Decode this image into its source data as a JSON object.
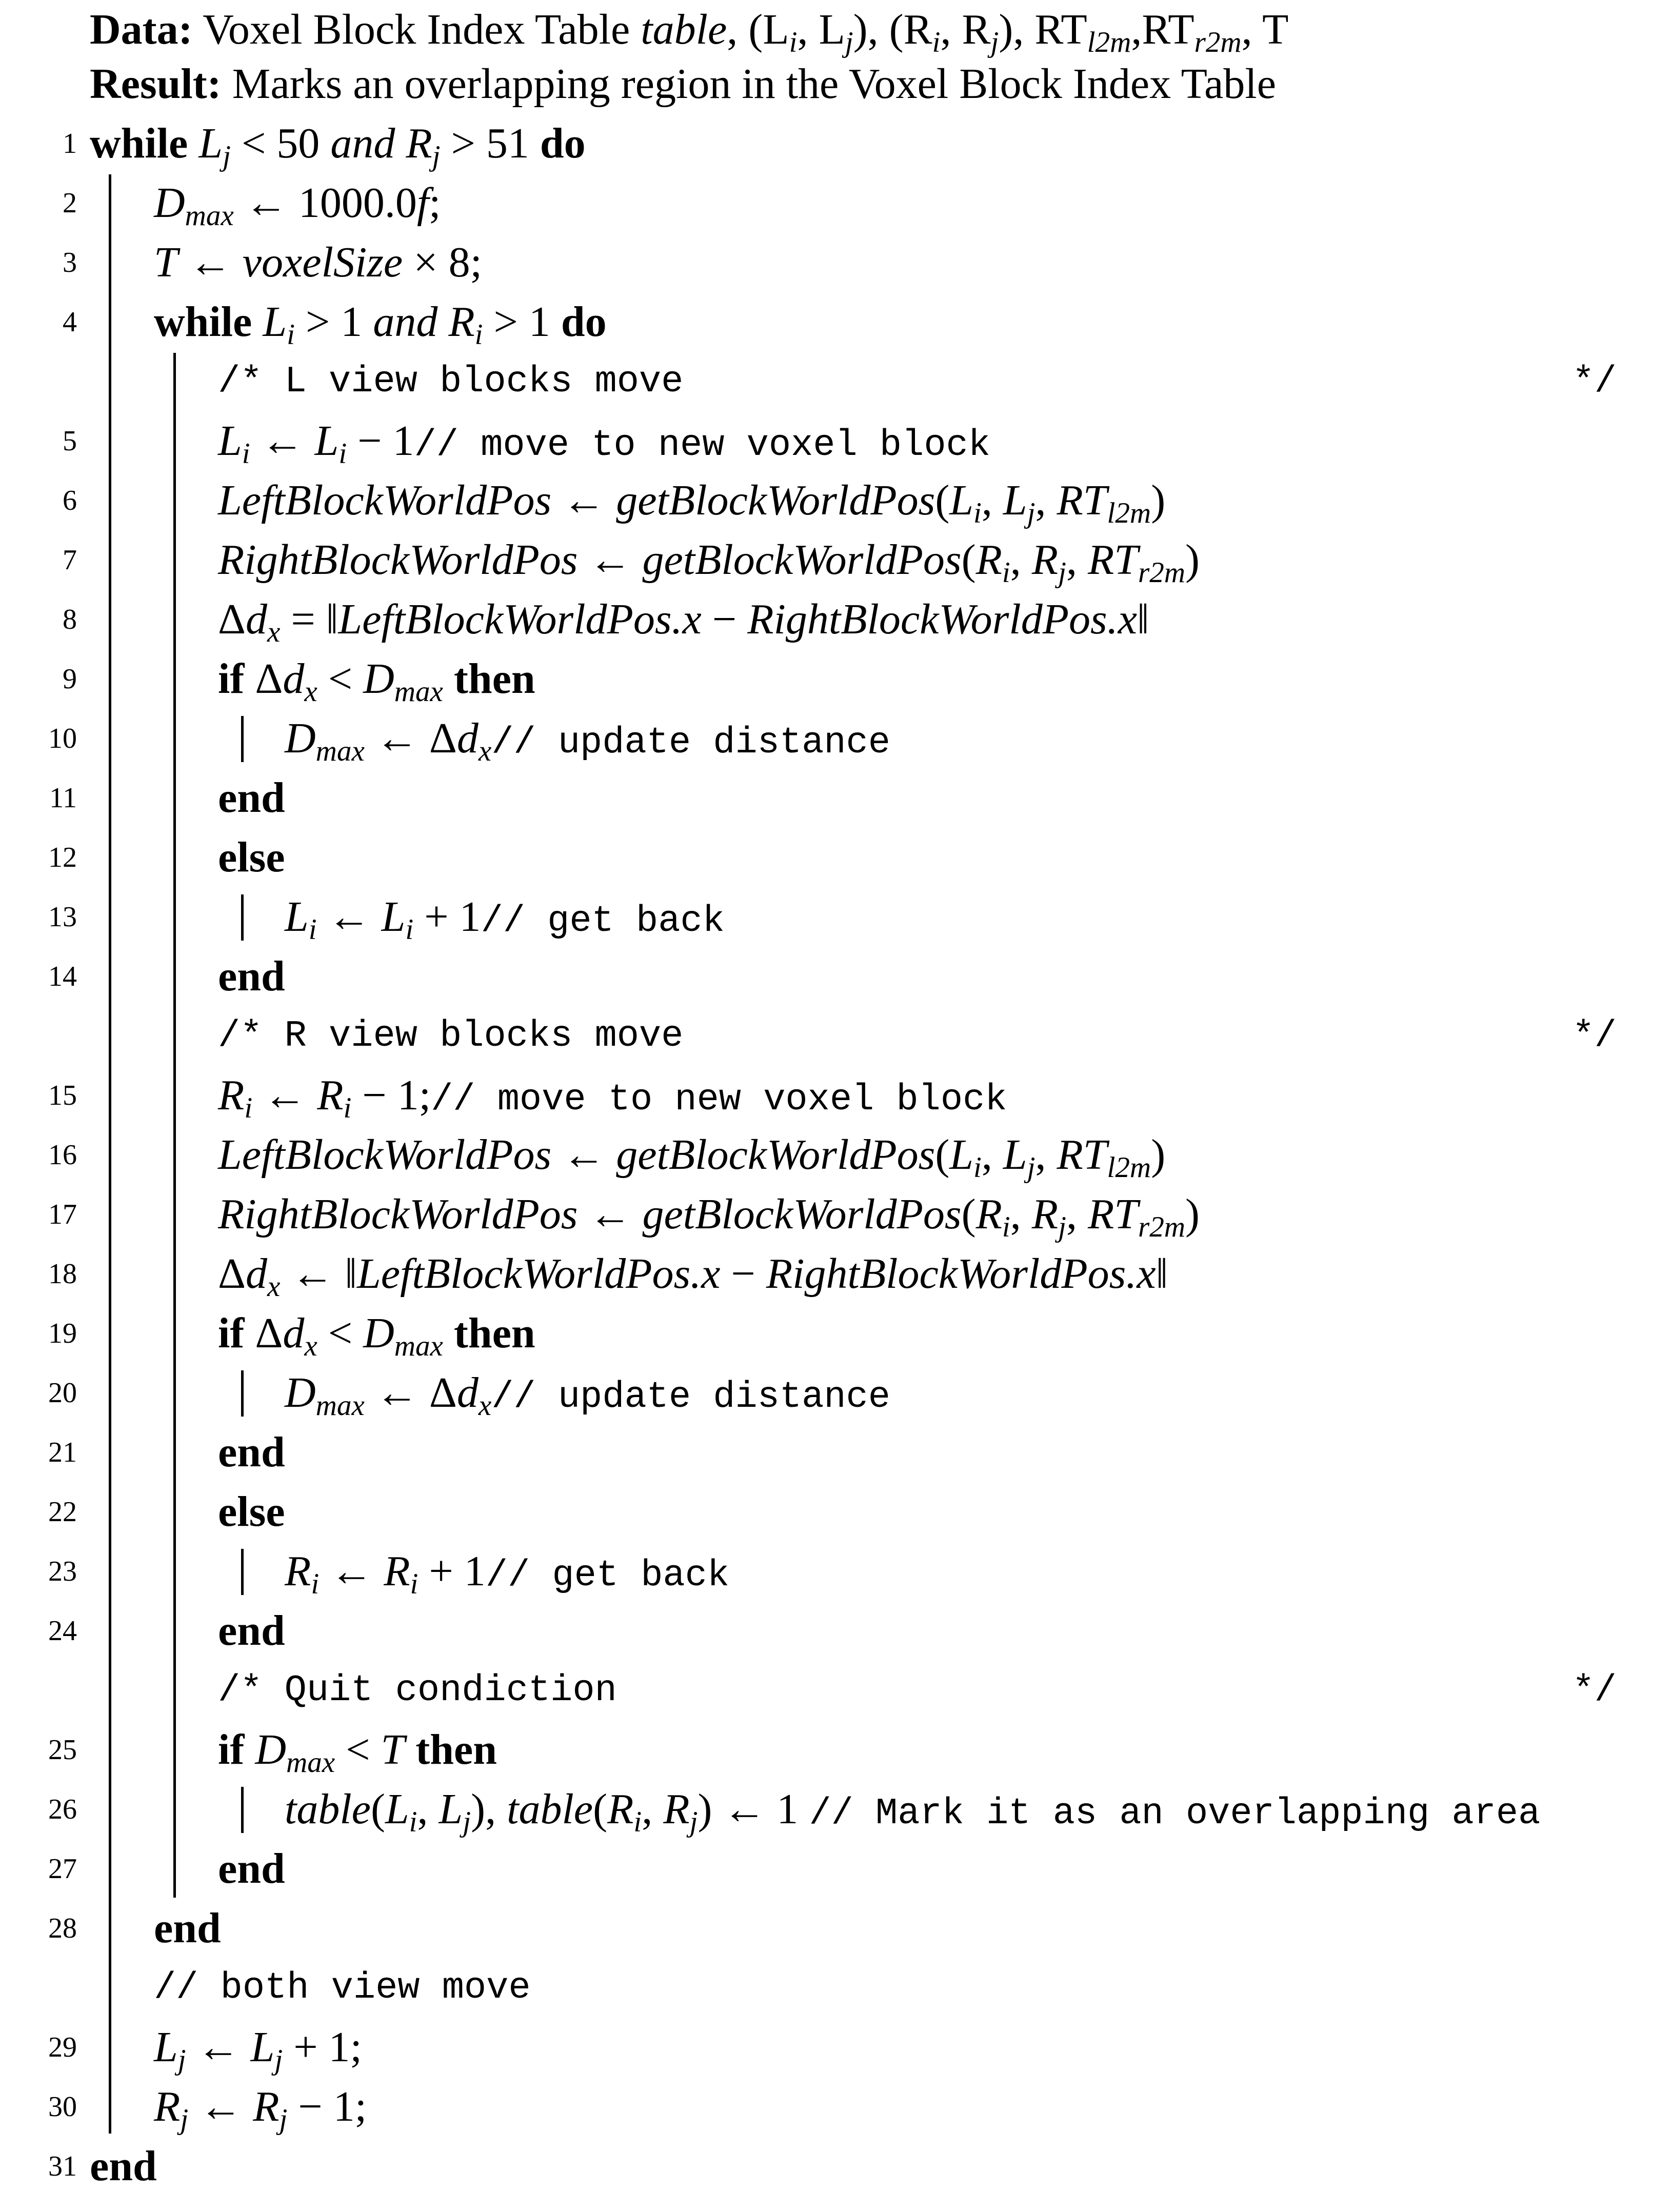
{
  "header": {
    "data_label": "Data:",
    "data_text_a": "Voxel Block Index Table ",
    "data_text_table": "table",
    "data_text_b": ", (L",
    "data_i1": "i",
    "data_text_c": ", L",
    "data_j1": "j",
    "data_text_d": "), (R",
    "data_i2": "i",
    "data_text_e": ", R",
    "data_j2": "j",
    "data_text_f": "), RT",
    "data_l2m": "l2m",
    "data_text_g": ",RT",
    "data_r2m": "r2m",
    "data_text_h": ", T",
    "result_label": "Result:",
    "result_text": "Marks an overlapping region in the Voxel Block Index Table"
  },
  "lines": [
    {
      "n": "1",
      "t": "while Lj < 50 and Rj > 51 do"
    },
    {
      "n": "2",
      "t": "Dmax ← 1000.0f;"
    },
    {
      "n": "3",
      "t": "T ← voxelSize × 8;"
    },
    {
      "n": "4",
      "t": "while Li > 1 and Ri > 1 do"
    },
    {
      "n": "",
      "t": "/* L view blocks move",
      "end": "*/"
    },
    {
      "n": "5",
      "t": "Li ← Li − 1// move to new voxel block"
    },
    {
      "n": "6",
      "t": "LeftBlockWorldPos ← getBlockWorldPos(Li, Lj, RTl2m)"
    },
    {
      "n": "7",
      "t": "RightBlockWorldPos ← getBlockWorldPos(Ri, Rj, RTr2m)"
    },
    {
      "n": "8",
      "t": "Δdx = ‖LeftBlockWorldPos.x − RightBlockWorldPos.x‖"
    },
    {
      "n": "9",
      "t": "if Δdx < Dmax then"
    },
    {
      "n": "10",
      "t": "Dmax ← Δdx// update distance"
    },
    {
      "n": "11",
      "t": "end"
    },
    {
      "n": "12",
      "t": "else"
    },
    {
      "n": "13",
      "t": "Li ← Li + 1// get back"
    },
    {
      "n": "14",
      "t": "end"
    },
    {
      "n": "",
      "t": "/* R view blocks move",
      "end": "*/"
    },
    {
      "n": "15",
      "t": "Ri ← Ri − 1;// move to new voxel block"
    },
    {
      "n": "16",
      "t": "LeftBlockWorldPos ← getBlockWorldPos(Li, Lj, RTl2m)"
    },
    {
      "n": "17",
      "t": "RightBlockWorldPos ← getBlockWorldPos(Ri, Rj, RTr2m)"
    },
    {
      "n": "18",
      "t": "Δdx ← ‖LeftBlockWorldPos.x − RightBlockWorldPos.x‖"
    },
    {
      "n": "19",
      "t": "if Δdx < Dmax then"
    },
    {
      "n": "20",
      "t": "Dmax ← Δdx// update distance"
    },
    {
      "n": "21",
      "t": "end"
    },
    {
      "n": "22",
      "t": "else"
    },
    {
      "n": "23",
      "t": "Ri ← Ri + 1// get back"
    },
    {
      "n": "24",
      "t": "end"
    },
    {
      "n": "",
      "t": "/* Quit condiction",
      "end": "*/"
    },
    {
      "n": "25",
      "t": "if Dmax < T then"
    },
    {
      "n": "26",
      "t": "table(Li, Lj), table(Ri, Rj) ← 1 // Mark it as an overlapping area"
    },
    {
      "n": "27",
      "t": "end"
    },
    {
      "n": "28",
      "t": "end"
    },
    {
      "n": "",
      "t": "// both view move"
    },
    {
      "n": "29",
      "t": "Lj ← Lj + 1;"
    },
    {
      "n": "30",
      "t": "Rj ← Rj − 1;"
    },
    {
      "n": "31",
      "t": "end"
    }
  ]
}
